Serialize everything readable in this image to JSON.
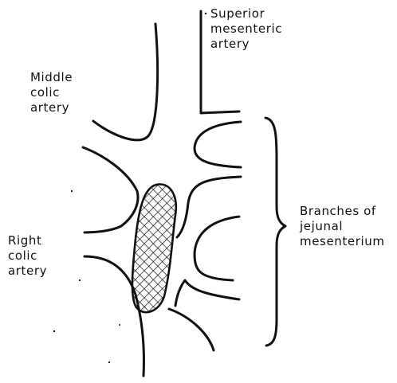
{
  "labels": {
    "superior_mesenteric_artery": "Superior\nmesenteric\nartery",
    "middle_colic_artery": "Middle\ncolic\nartery",
    "right_colic_artery": "Right\ncolic\nartery",
    "branches_of_jejunal_mesenterium": "Branches of\njejunal\nmesenterium"
  },
  "colors": {
    "ink": "#111111",
    "background": "#ffffff"
  }
}
